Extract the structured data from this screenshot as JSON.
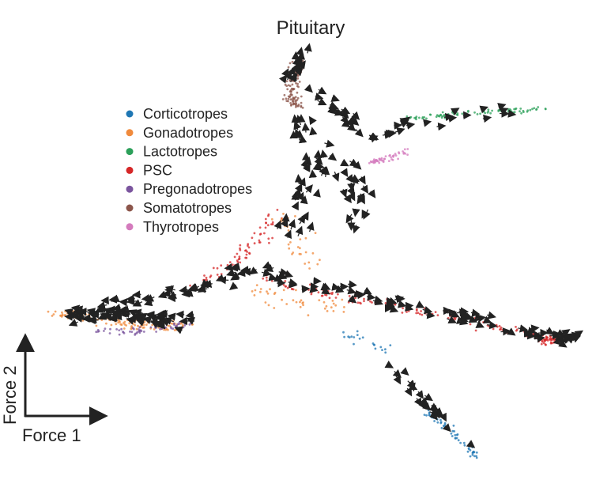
{
  "chart_data": {
    "type": "scatter",
    "title": "Pituitary",
    "xlabel": "Force 1",
    "ylabel": "Force 2",
    "legend_position": "top-left",
    "grid": false,
    "series": [
      {
        "name": "Corticotropes",
        "color": "#1f77b4"
      },
      {
        "name": "Gonadotropes",
        "color": "#f08a3c"
      },
      {
        "name": "Lactotropes",
        "color": "#2ca05a"
      },
      {
        "name": "PSC",
        "color": "#d62728"
      },
      {
        "name": "Pregonadotropes",
        "color": "#7b559e"
      },
      {
        "name": "Somatotropes",
        "color": "#8c564b"
      },
      {
        "name": "Thyrotropes",
        "color": "#d47bbd"
      }
    ],
    "velocity_arrows": true
  }
}
